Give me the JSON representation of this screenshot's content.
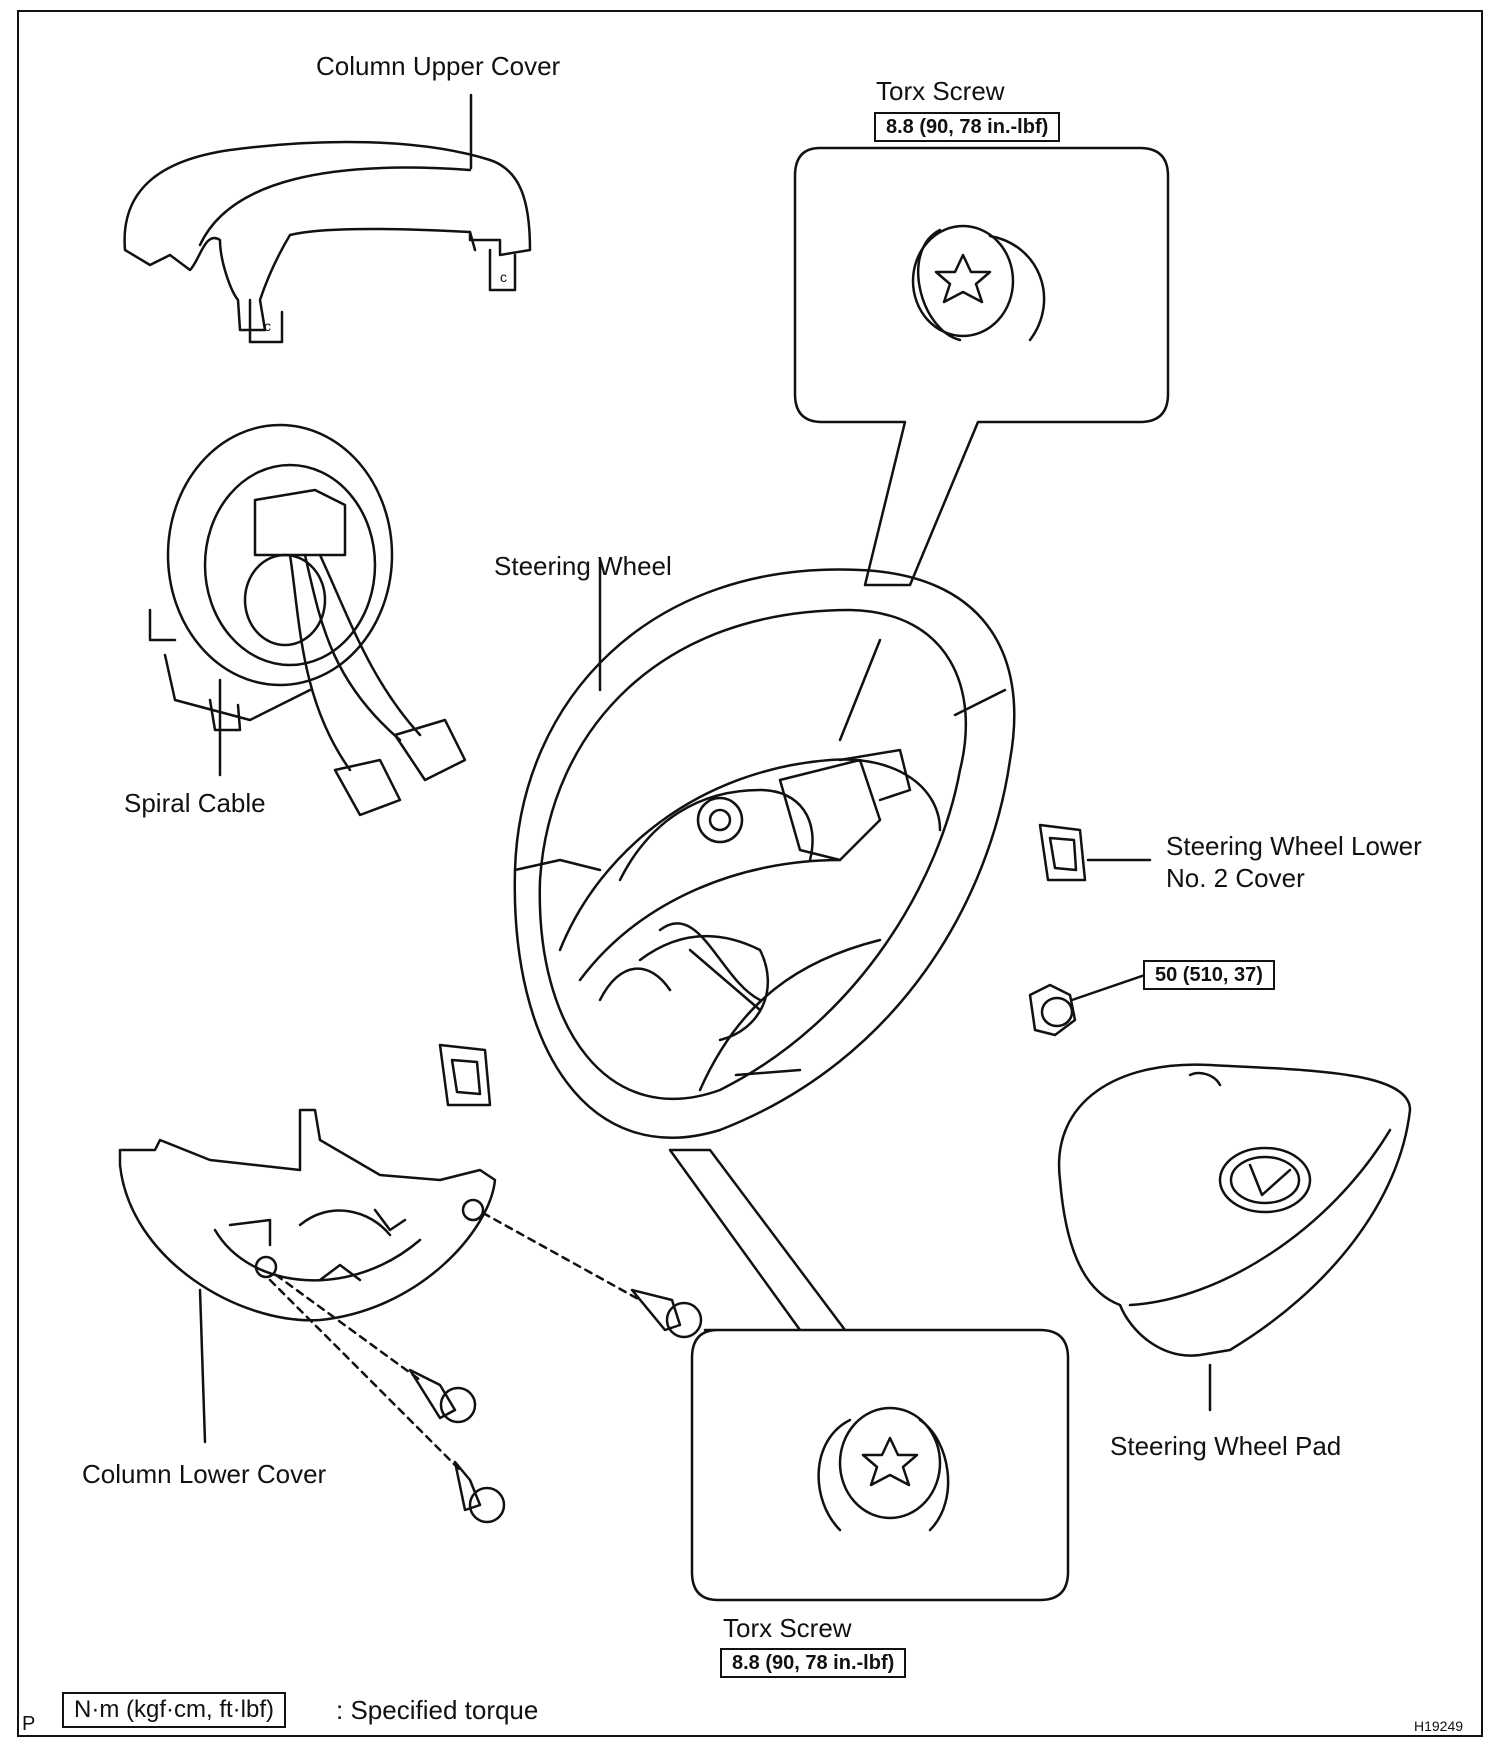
{
  "labels": {
    "column_upper_cover": "Column Upper Cover",
    "torx_screw_top": "Torx Screw",
    "torque_top": "8.8 (90, 78 in.-lbf)",
    "steering_wheel": "Steering Wheel",
    "spiral_cable": "Spiral Cable",
    "lower_no2_cover_line1": "Steering Wheel Lower",
    "lower_no2_cover_line2": "No. 2 Cover",
    "nut_torque": "50 (510, 37)",
    "steering_wheel_pad": "Steering Wheel Pad",
    "column_lower_cover": "Column Lower Cover",
    "torx_screw_bottom": "Torx Screw",
    "torque_bottom": "8.8 (90, 78 in.-lbf)"
  },
  "legend": {
    "unit_box": "N·m (kgf·cm, ft·lbf)",
    "description": ": Specified torque"
  },
  "corner": {
    "left_mark": "P",
    "figure_code": "H19249"
  }
}
